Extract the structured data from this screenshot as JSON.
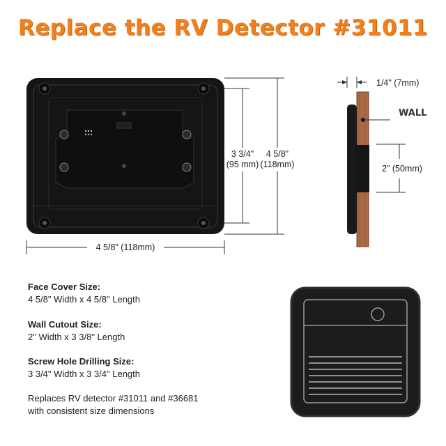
{
  "title": "Replace the RV Detector #31011",
  "dimensions": {
    "width_bottom": "4 5/8\" (118mm)",
    "height_inner_line1": "3 3/4\"",
    "height_inner_line2": "(95 mm)",
    "height_outer_line1": "4 5/8\"",
    "height_outer_line2": "(118mm)",
    "thickness": "1/4\" (7mm)",
    "cutout_depth": "2\" (50mm)",
    "wall_label": "WALL"
  },
  "specs": [
    {
      "heading": "Face Cover Size:",
      "value": "4 5/8\" Width x 4 5/8\" Length"
    },
    {
      "heading": "Wall Cutout Size:",
      "value": "2\" Width x 3 3/8\" Length"
    },
    {
      "heading": "Screw Hole Drilling Size:",
      "value": "3 3/4\" Width x 3 3/4\"  Length"
    }
  ],
  "note": {
    "line1": "Replaces RV detector #31011 and #36681",
    "line2": "with consistent size dimensions"
  },
  "colors": {
    "title": "#f07f1e",
    "wood": "#a86a45",
    "device": "#1c1c1c"
  }
}
